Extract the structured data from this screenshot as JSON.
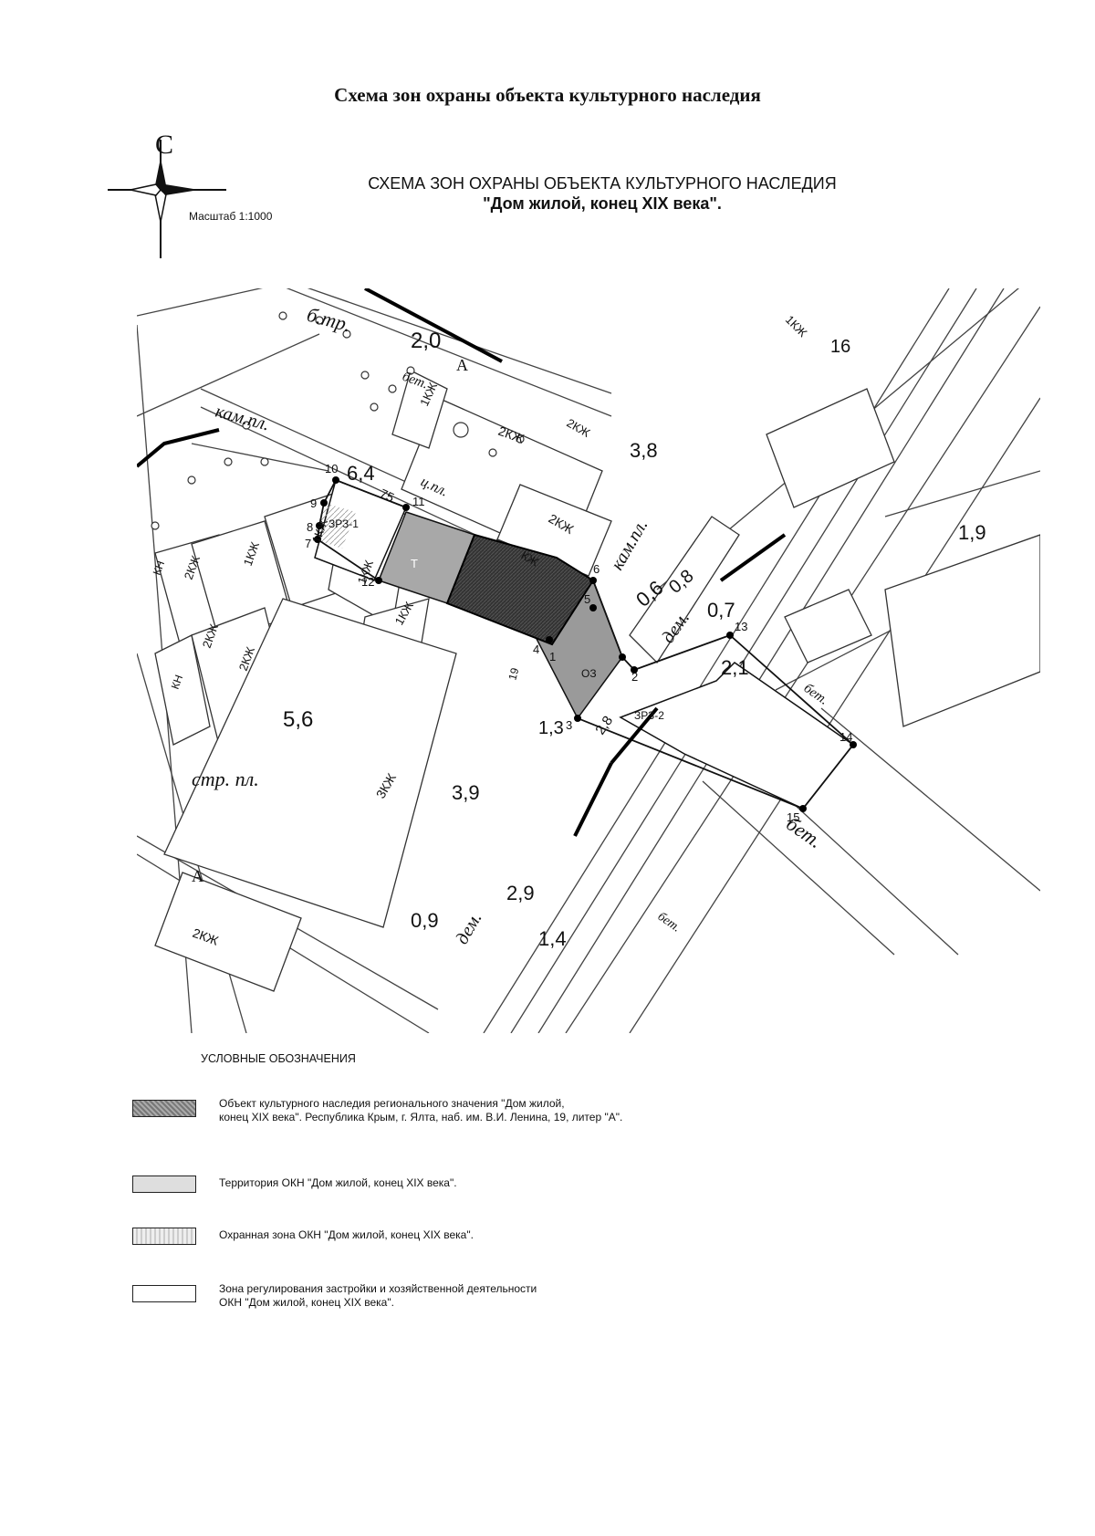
{
  "page_title": "Схема зон охраны объекта культурного наследия",
  "compass": {
    "north_letter": "С",
    "scale": "Масштаб 1:1000"
  },
  "scheme_title": {
    "line1": "СХЕМА   ЗОН ОХРАНЫ ОБЪЕКТА КУЛЬТУРНОГО НАСЛЕДИЯ",
    "line2": "\"Дом жилой,  конец XIX века\"."
  },
  "map": {
    "points": [
      "1",
      "2",
      "3",
      "4",
      "5",
      "6",
      "7",
      "8",
      "9",
      "10",
      "11",
      "12",
      "13",
      "14",
      "15"
    ],
    "zones": {
      "territory": "Т",
      "protection": "ОЗ",
      "regulation_1": "ЗРЗ-1",
      "regulation_2": "ЗРЗ-2"
    },
    "buildings": [
      "2КЖ",
      "1КЖ",
      "2КЖ",
      "1КЖ",
      "КЖ",
      "1КЖ",
      "2КЖ",
      "1КЖ",
      "1КЖ",
      "2КЖ",
      "КН",
      "КН",
      "3КЖ",
      "2КЖ",
      "2КЖ",
      "2КЖ",
      "1КЖ",
      "19"
    ],
    "labels": {
      "b_str_top": "б.тр.",
      "elev_2_0": "2,0",
      "a_top": "А",
      "kam_pl_left": "кам.пл.",
      "elev_6_4": "6,4",
      "n_75": "75",
      "ts_pl": "ц.пл.",
      "bet_top": "бет.",
      "elev_3_8": "3,8",
      "kam_pl_right": "кам.пл.",
      "elev_0_6": "0,6",
      "elev_0_8": "0,8",
      "elev_0_7": "0,7",
      "dem": "дем.",
      "elev_2_1": "2,1",
      "bet_right": "бет.",
      "elev_1_9": "1,9",
      "elev_5_6": "5,6",
      "str_pl": "стр. пл.",
      "elev_1_3": "1,3",
      "elev_2_8": "2,8",
      "elev_3_9": "3,9",
      "bet_bottom": "бет.",
      "bet_small": "бет.",
      "a_bottom": "А",
      "elev_0_9": "0,9",
      "elev_2_9": "2,9",
      "elev_1_4": "1,4",
      "dem_bottom": "дем.",
      "n_16": "16"
    }
  },
  "legend": {
    "title": "УСЛОВНЫЕ ОБОЗНАЧЕНИЯ",
    "items": [
      {
        "line1": "Объект культурного наследия регионального значения \"Дом жилой,",
        "line2": "конец XIX века\". Республика Крым, г. Ялта, наб. им. В.И. Ленина, 19, литер \"А\"."
      },
      {
        "line1": "Территория  ОКН  \"Дом жилой, конец XIX века\".",
        "line2": ""
      },
      {
        "line1": "Охранная зона  ОКН  \"Дом жилой, конец XIX века\".",
        "line2": ""
      },
      {
        "line1": "Зона регулирования застройки и хозяйственной деятельности",
        "line2": "ОКН  \"Дом жилой, конец XIX века\"."
      }
    ]
  }
}
